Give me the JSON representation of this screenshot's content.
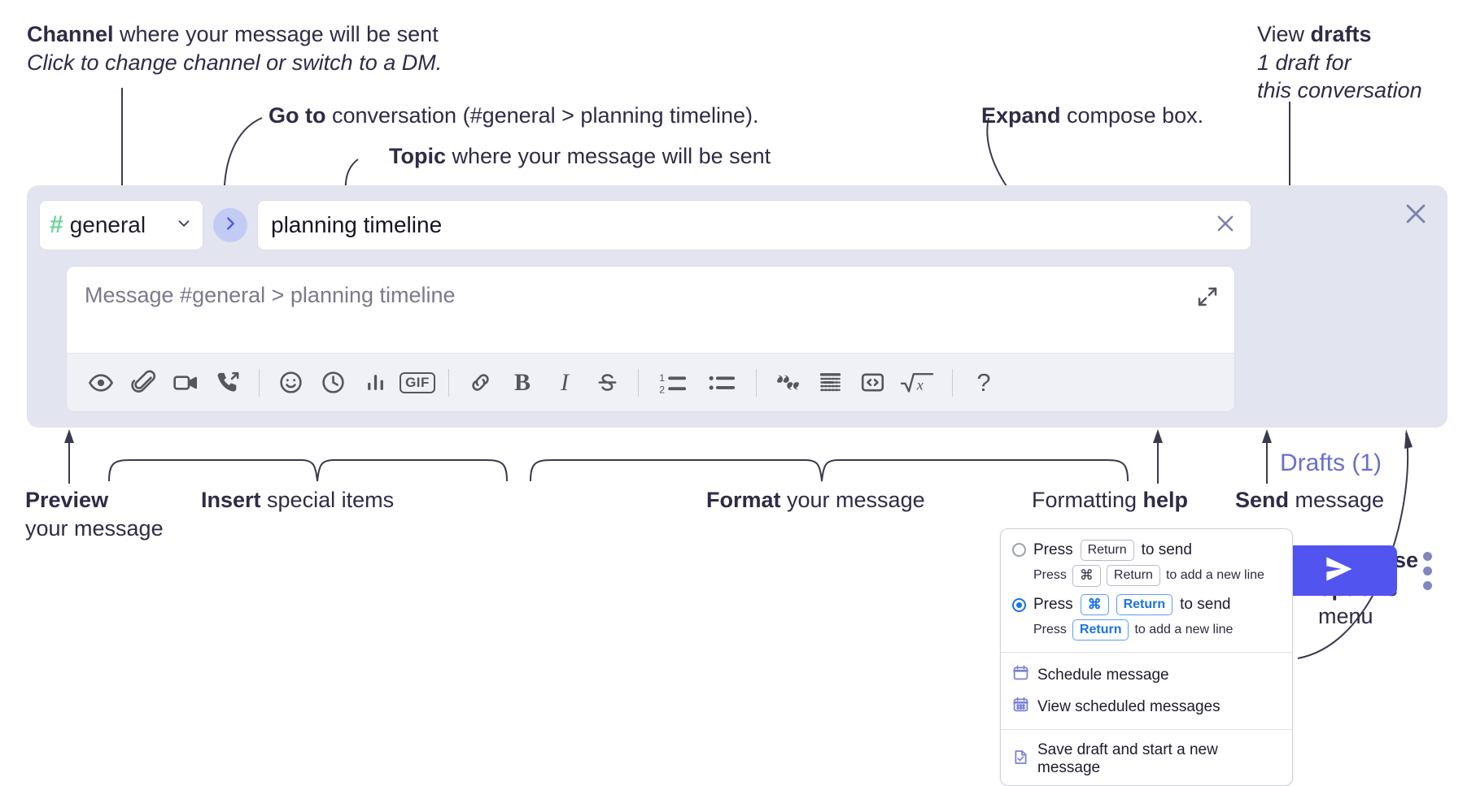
{
  "annotations": {
    "channel": {
      "bold": "Channel",
      "rest": " where your message will be sent",
      "italic": "Click to change channel or switch to a DM."
    },
    "goto": {
      "bold": "Go to",
      "rest": " conversation (#general > planning timeline)."
    },
    "topic": {
      "bold": "Topic",
      "rest": " where your message will be sent"
    },
    "expand": {
      "bold": "Expand",
      "rest": " compose box."
    },
    "drafts": {
      "bold_prefix": "View ",
      "bold": "drafts",
      "italic_line1": "1 draft for",
      "italic_line2": "this conversation"
    },
    "preview": {
      "bold": "Preview",
      "line2": "your message"
    },
    "insert": {
      "bold": "Insert",
      "rest": " special items"
    },
    "format": {
      "bold": "Format",
      "rest": " your message"
    },
    "formatting_help": {
      "pre": "Formatting ",
      "bold": "help"
    },
    "send": {
      "bold": "Send",
      "rest": " message"
    },
    "compose_options": {
      "bold_line1": "Compose",
      "bold_line2": "options",
      "line3": "menu"
    }
  },
  "compose": {
    "close_icon": "close-icon",
    "channel": {
      "hash": "#",
      "name": "general",
      "caret_icon": "chevron-down-icon"
    },
    "goto_button": {
      "icon": "chevron-right-icon"
    },
    "topic": {
      "value": "planning timeline",
      "clear_icon": "close-icon"
    },
    "message": {
      "placeholder": "Message #general > planning timeline",
      "value": ""
    },
    "expand_icon": "expand-icon",
    "drafts_label": "Drafts (1)",
    "send_icon": "send-icon",
    "kebab_icon": "more-options-icon",
    "toolbar": [
      {
        "name": "preview-icon",
        "label": "Preview"
      },
      {
        "name": "attachment-icon",
        "label": "Attach file"
      },
      {
        "name": "video-camera-icon",
        "label": "Video clip"
      },
      {
        "name": "audio-clip-icon",
        "label": "Audio clip"
      },
      {
        "name": "separator",
        "label": ""
      },
      {
        "name": "emoji-icon",
        "label": "Emoji"
      },
      {
        "name": "clock-icon",
        "label": "Reminder"
      },
      {
        "name": "poll-icon",
        "label": "Poll"
      },
      {
        "name": "gif-icon",
        "label": "GIF"
      },
      {
        "name": "separator",
        "label": ""
      },
      {
        "name": "link-icon",
        "label": "Link"
      },
      {
        "name": "bold-icon",
        "label": "B"
      },
      {
        "name": "italic-icon",
        "label": "I"
      },
      {
        "name": "strikethrough-icon",
        "label": "Strikethrough"
      },
      {
        "name": "separator",
        "label": ""
      },
      {
        "name": "ordered-list-icon",
        "label": "Ordered list"
      },
      {
        "name": "bulleted-list-icon",
        "label": "Bulleted list"
      },
      {
        "name": "separator",
        "label": ""
      },
      {
        "name": "blockquote-icon",
        "label": "Blockquote"
      },
      {
        "name": "code-block-icon",
        "label": "Code block"
      },
      {
        "name": "code-icon",
        "label": "Code"
      },
      {
        "name": "math-icon",
        "label": "Math"
      },
      {
        "name": "separator",
        "label": ""
      },
      {
        "name": "help-icon",
        "label": "?"
      }
    ]
  },
  "options_menu": {
    "option1": {
      "selected": false,
      "press": "Press",
      "key": "Return",
      "suffix": "to send",
      "sub_press": "Press",
      "sub_key1": "⌘",
      "sub_key2": "Return",
      "sub_suffix": "to add a new line"
    },
    "option2": {
      "selected": true,
      "press": "Press",
      "key1": "⌘",
      "key2": "Return",
      "suffix": "to send",
      "sub_press": "Press",
      "sub_key": "Return",
      "sub_suffix": "to add a new line"
    },
    "items": [
      {
        "icon": "calendar-schedule-icon",
        "label": "Schedule message"
      },
      {
        "icon": "calendar-grid-icon",
        "label": "View scheduled messages"
      },
      {
        "icon": "save-draft-icon",
        "label": "Save draft and start a new message"
      }
    ]
  },
  "colors": {
    "panel_bg": "#e2e4ef",
    "accent_purple": "#5254f0",
    "drafts_text": "#6a6fcc",
    "hash_green": "#6fd39b",
    "goto_bg": "#c3cbf5",
    "radio_blue": "#1a73e8"
  }
}
